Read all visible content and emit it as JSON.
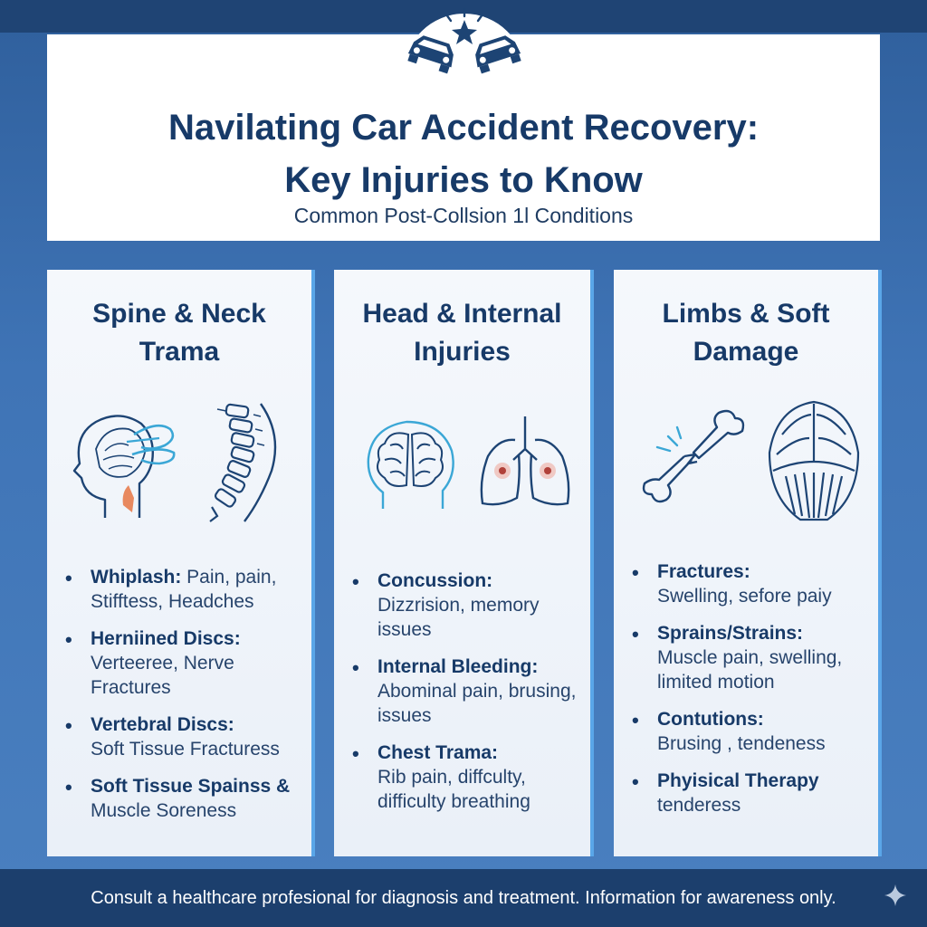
{
  "header": {
    "title_line1": "Navilating Car Accident Recovery:",
    "title_line2": "Key Injuries to Know",
    "subtitle": "Common Post-Collsion  1l Conditions",
    "logo_icon": "car-collision-icon"
  },
  "cards": [
    {
      "title": "Spine & Neck Trama",
      "icons": [
        "head-whiplash-icon",
        "spine-icon"
      ],
      "items": [
        {
          "head": "Whiplash:",
          "detail": "Pain, pain, Stifftess, Headches",
          "inline": true
        },
        {
          "head": "Herniined Discs:",
          "detail": "Verteeree, Nerve Fractures"
        },
        {
          "head": "Vertebral Discs:",
          "detail": "Soft Tissue Fracturess"
        },
        {
          "head": "Soft Tissue Spainss &",
          "detail": "Muscle Soreness"
        }
      ]
    },
    {
      "title": "Head & Internal Injuries",
      "icons": [
        "brain-icon",
        "lungs-icon"
      ],
      "items": [
        {
          "head": "Concussion:",
          "detail": "Dizzrision, memory issues"
        },
        {
          "head": "Internal Bleeding:",
          "detail": "Abominal pain, brusing, issues"
        },
        {
          "head": "Chest Trama:",
          "detail": "Rib pain, diffculty, difficulty breathing"
        }
      ]
    },
    {
      "title": "Limbs & Soft Damage",
      "icons": [
        "broken-bone-icon",
        "muscle-icon"
      ],
      "items": [
        {
          "head": "Fractures:",
          "detail": "Swelling, sefore paiy"
        },
        {
          "head": "Sprains/Strains:",
          "detail": "Muscle pain, swelling, limited motion"
        },
        {
          "head": "Contutions:",
          "detail": "Brusing , tendeness"
        },
        {
          "head": "Phyisical Therapy",
          "detail": "tenderess"
        }
      ]
    }
  ],
  "footer": {
    "disclaimer": "Consult a healthcare profesional for diagnosis and treatment. Information for awareness only.",
    "sparkle_icon": "sparkle-icon"
  },
  "colors": {
    "background": "#3f74b6",
    "navy": "#173a68",
    "accent": "#5aa6e8",
    "card": "#eef3f9"
  }
}
